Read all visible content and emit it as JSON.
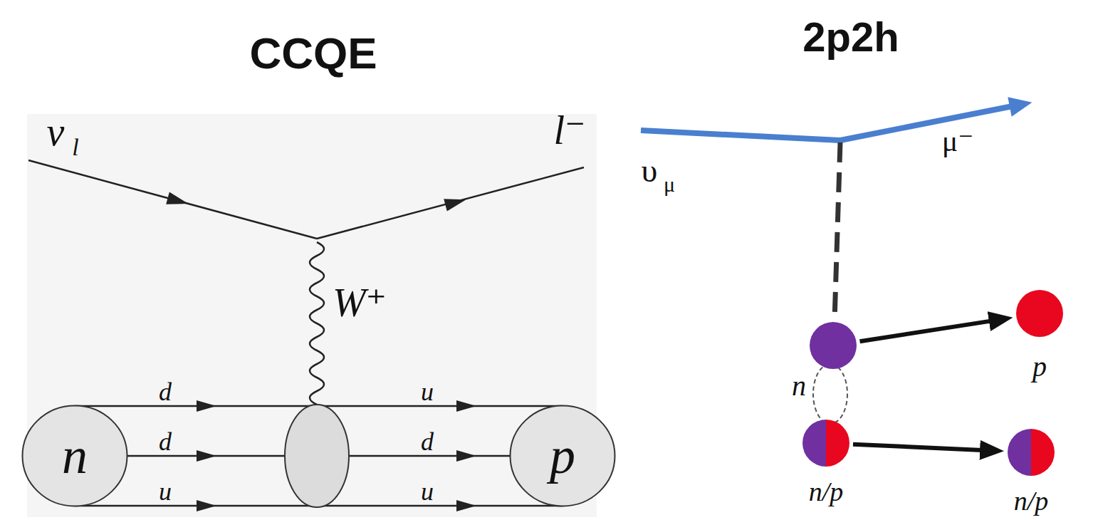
{
  "diagram": {
    "nodes": [
      {
        "text": [
          "n"
        ]
      },
      {
        "text": [
          "p"
        ]
      },
      {
        "text": [
          "n"
        ]
      },
      {
        "text": [
          "p"
        ]
      },
      {
        "text": [
          "n/p"
        ]
      },
      {
        "text": [
          "n/p"
        ]
      }
    ],
    "edges": [
      {
        "from": 2,
        "to": 3,
        "arrow": "to"
      },
      {
        "from": 4,
        "to": 5,
        "arrow": "to"
      }
    ],
    "labels": [
      "CCQE",
      "ν",
      "l",
      "l⁻",
      "W⁺",
      "d",
      "d",
      "u",
      "u",
      "d",
      "u",
      "2p2h",
      "υ",
      "μ",
      "μ⁻"
    ]
  }
}
